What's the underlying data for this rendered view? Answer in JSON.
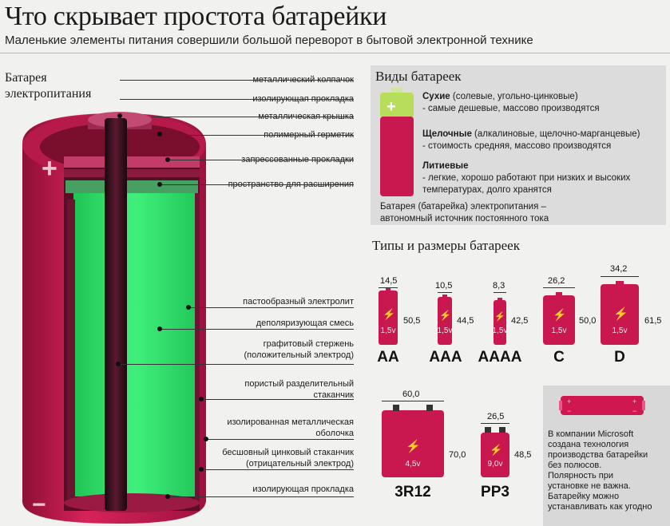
{
  "title": "Что скрывает простота батарейки",
  "subtitle": "Маленькие элементы питания совершили большой переворот в бытовой электронной технике",
  "battery_label": [
    "Батарея",
    "электропитания"
  ],
  "callouts": [
    {
      "label": [
        "металлический колпачок"
      ]
    },
    {
      "label": [
        "изолирующая прокладка"
      ]
    },
    {
      "label": [
        "металлическая крышка"
      ]
    },
    {
      "label": [
        "полимерный герметик"
      ]
    },
    {
      "label": [
        "запрессованные прокладки"
      ]
    },
    {
      "label": [
        "пространство для расширения"
      ]
    },
    {
      "label": [
        "пастообразный электролит"
      ]
    },
    {
      "label": [
        "деполяризующая смесь"
      ]
    },
    {
      "label": [
        "графитовый стержень",
        "(положительный электрод)"
      ]
    },
    {
      "label": [
        "пористый разделительный",
        "стаканчик"
      ]
    },
    {
      "label": [
        "изолированная металлическая",
        "оболочка"
      ]
    },
    {
      "label": [
        "бесшовный цинковый стаканчик",
        "(отрицательный электрод)"
      ]
    },
    {
      "label": [
        "изолирующая прокладка"
      ]
    }
  ],
  "types": {
    "title": "Виды батареек",
    "items": [
      {
        "name": "Сухие",
        "paren": " (солевые, угольно-цинковые)",
        "desc": [
          "- самые дешевые, массово производятся"
        ]
      },
      {
        "name": "Щелочные",
        "paren": " (алкалиновые, щелочно-марганцевые)",
        "desc": [
          "- стоимость средняя, массово производятся"
        ]
      },
      {
        "name": "Литиевые",
        "paren": "",
        "desc": [
          "- легкие, хорошо работают при низких и высоких",
          "температурах, долго хранятся"
        ]
      }
    ],
    "definition": [
      "Батарея (батарейка) электропитания –",
      "автономный источник постоянного тока"
    ]
  },
  "sizes": {
    "title": "Типы и размеры батареек",
    "batteries": [
      {
        "name": "AA",
        "width": "14,5",
        "height": "50,5",
        "voltage": "1,5v"
      },
      {
        "name": "AAA",
        "width": "10,5",
        "height": "44,5",
        "voltage": "1,5v"
      },
      {
        "name": "AAAA",
        "width": "8,3",
        "height": "42,5",
        "voltage": "1,5v"
      },
      {
        "name": "C",
        "width": "26,2",
        "height": "50,0",
        "voltage": "1,5v"
      },
      {
        "name": "D",
        "width": "34,2",
        "height": "61,5",
        "voltage": "1,5v"
      },
      {
        "name": "3R12",
        "width": "60,0",
        "height": "70,0",
        "voltage": "4,5v"
      },
      {
        "name": "PP3",
        "width": "26,5",
        "height": "48,5",
        "voltage": "9,0v"
      }
    ]
  },
  "microsoft": {
    "lines": [
      "В компании Microsoft",
      "создана технология",
      "производства батарейки",
      "без полюсов.",
      "Полярность при",
      "установке не важна.",
      "Батарейку можно",
      "устанавливать как угодно"
    ]
  },
  "colors": {
    "cell_red": "#c8184f",
    "electrolyte_green": "#2fe26a",
    "dark_rod": "#3a0f1e",
    "panel_gray": "#dcdcdc"
  },
  "icons": {
    "plus": "+",
    "minus": "−",
    "bolt": "⚡"
  }
}
